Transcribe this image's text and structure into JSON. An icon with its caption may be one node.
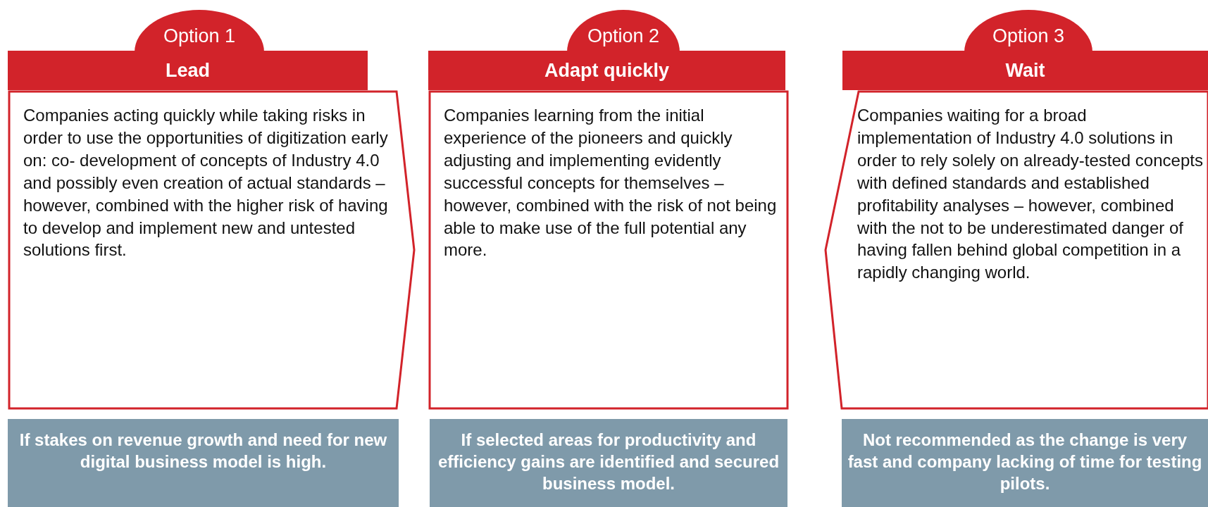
{
  "diagram": {
    "nodes": [
      {
        "text": [
          "Option 1"
        ]
      },
      {
        "text": [
          "Lead"
        ]
      },
      {
        "text": [
          "Companies acting quickly while taking risks in order to use the opportunities of digitization early on: co- development of concepts of Industry 4.0 and possibly even creation of actual standards – however, combined with the higher risk of having to develop and implement new and untested solutions first."
        ]
      },
      {
        "text": [
          "If stakes on revenue growth and need for new digital business model is high."
        ]
      },
      {
        "text": [
          "Option 2"
        ]
      },
      {
        "text": [
          "Adapt quickly"
        ]
      },
      {
        "text": [
          "Companies learning from the initial experience of the pioneers and quickly adjusting and implementing evidently successful concepts for themselves – however, combined with the risk of not being able to make use of the full potential any more."
        ]
      },
      {
        "text": [
          "If selected areas for productivity and efficiency gains are identified and secured business model."
        ]
      },
      {
        "text": [
          "Option 3"
        ]
      },
      {
        "text": [
          "Wait"
        ]
      },
      {
        "text": [
          "Companies waiting for a broad implementation of Industry 4.0 solutions in order to rely solely on already-tested concepts with defined standards and established profitability analyses – however, combined with the not to be underestimated danger of having fallen behind global competition in a rapidly changing world."
        ]
      },
      {
        "text": [
          "Not recommended as the change is very fast and company lacking of time for testing pilots."
        ]
      }
    ]
  }
}
